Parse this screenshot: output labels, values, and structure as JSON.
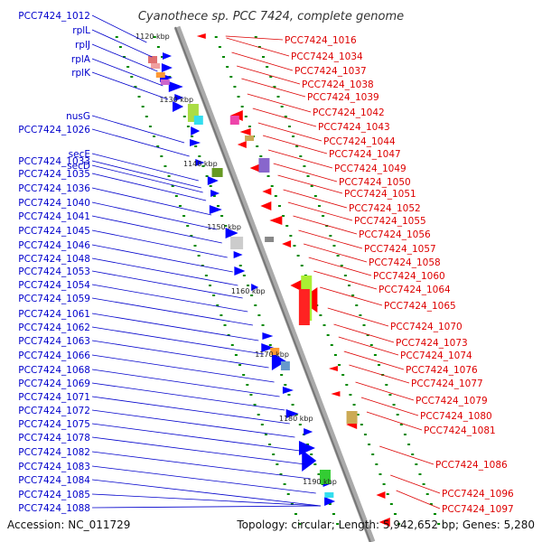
{
  "title": "Cyanothece sp. PCC 7424, complete genome",
  "footer": {
    "accession": "Accession: NC_011729",
    "topology": "Topology: circular; Length: 5,942,652 bp; Genes: 5,280"
  },
  "colors": {
    "left_labels": "#0000cc",
    "right_labels": "#dd0000",
    "backbone": "#999999",
    "forward": "#0000ff",
    "reverse": "#ff0000",
    "tick": "#008800"
  },
  "kbp_ticks": [
    "1120 kbp",
    "1130 kbp",
    "1140 kbp",
    "1150 kbp",
    "1160 kbp",
    "1170 kbp",
    "1180 kbp",
    "1190 kbp"
  ],
  "left_labels": [
    "PCC7424_1012",
    "rplL",
    "rplJ",
    "rplA",
    "rplK",
    "nusG",
    "PCC7424_1026",
    "secE",
    "secD",
    "PCC7424_1033",
    "PCC7424_1035",
    "PCC7424_1036",
    "PCC7424_1040",
    "PCC7424_1041",
    "PCC7424_1045",
    "PCC7424_1046",
    "PCC7424_1048",
    "PCC7424_1053",
    "PCC7424_1054",
    "PCC7424_1059",
    "PCC7424_1061",
    "PCC7424_1062",
    "PCC7424_1063",
    "PCC7424_1066",
    "PCC7424_1068",
    "PCC7424_1069",
    "PCC7424_1071",
    "PCC7424_1072",
    "PCC7424_1075",
    "PCC7424_1078",
    "PCC7424_1082",
    "PCC7424_1083",
    "PCC7424_1084",
    "PCC7424_1085",
    "PCC7424_1088"
  ],
  "right_labels": [
    "PCC7424_1016",
    "PCC7424_1034",
    "PCC7424_1037",
    "PCC7424_1038",
    "PCC7424_1039",
    "PCC7424_1042",
    "PCC7424_1043",
    "PCC7424_1044",
    "PCC7424_1047",
    "PCC7424_1049",
    "PCC7424_1050",
    "PCC7424_1051",
    "PCC7424_1052",
    "PCC7424_1055",
    "PCC7424_1056",
    "PCC7424_1057",
    "PCC7424_1058",
    "PCC7424_1060",
    "PCC7424_1064",
    "PCC7424_1065",
    "PCC7424_1070",
    "PCC7424_1073",
    "PCC7424_1074",
    "PCC7424_1076",
    "PCC7424_1077",
    "PCC7424_1079",
    "PCC7424_1080",
    "PCC7424_1081",
    "PCC7424_1086",
    "PCC7424_1096",
    "PCC7424_1097"
  ]
}
